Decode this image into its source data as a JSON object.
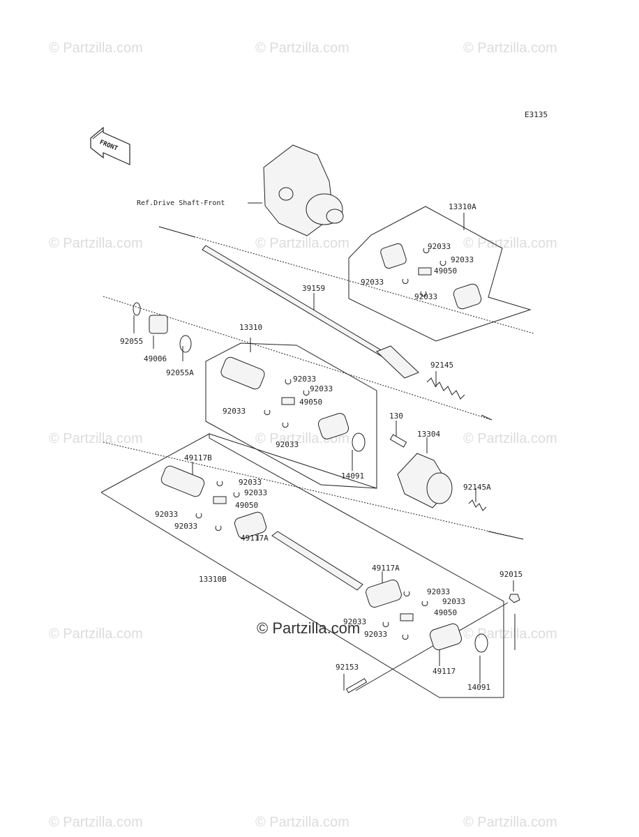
{
  "diagram": {
    "code": "E3135",
    "front_arrow_label": "FRONT",
    "ref_label": "Ref.Drive Shaft-Front",
    "watermark": "© Partzilla.com",
    "watermark_main": "© Partzilla.com"
  },
  "labels": [
    "13310A",
    "92033",
    "92033",
    "49050",
    "92033",
    "92033",
    "39159",
    "92055",
    "49006",
    "92055A",
    "13310",
    "92033",
    "92033",
    "49050",
    "92033",
    "92033",
    "92145",
    "130",
    "13304",
    "14091",
    "92145A",
    "49117B",
    "92033",
    "92033",
    "49050",
    "92033",
    "92033",
    "49117A",
    "13310B",
    "49117A",
    "92033",
    "92033",
    "49050",
    "92033",
    "92033",
    "92015",
    "92153",
    "49117",
    "14091"
  ],
  "colors": {
    "line": "#222222",
    "part_fill": "#f4f4f4",
    "part_shade": "#cfcfcf"
  }
}
